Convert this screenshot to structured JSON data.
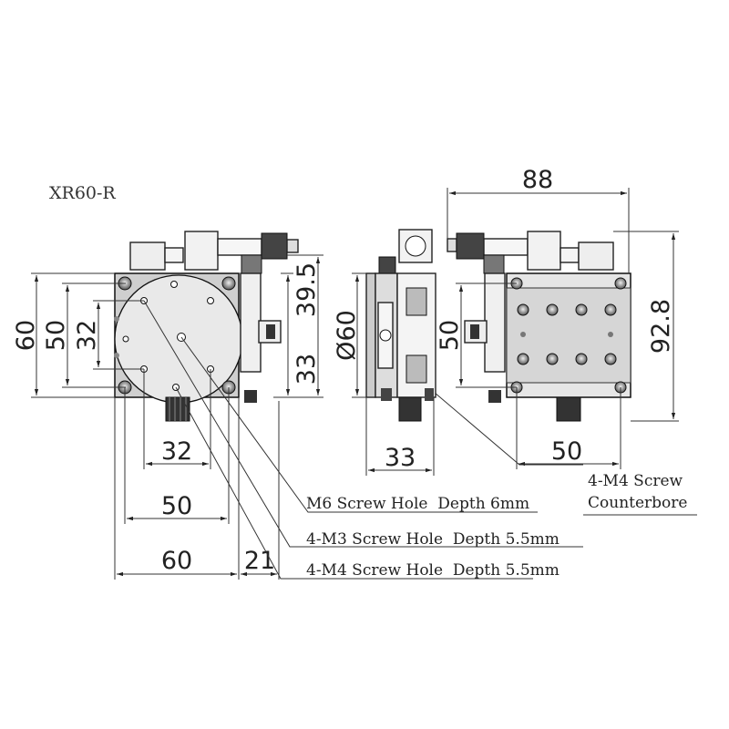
{
  "title": "XR60-R",
  "dimensions": {
    "top_width": "88",
    "height_right": "92.8",
    "front_left_60": "60",
    "front_left_50": "50",
    "front_left_32": "32",
    "front_right_39_5": "39.5",
    "front_right_33": "33",
    "front_bottom_32": "32",
    "front_bottom_50": "50",
    "front_bottom_60": "60",
    "front_bottom_21": "21",
    "side_diameter": "Ø60",
    "side_bottom_33": "33",
    "rear_left_50": "50",
    "rear_bottom_50": "50"
  },
  "callouts": {
    "m6": "M6 Screw Hole  Depth 6mm",
    "m3": "4-M3 Screw Hole  Depth 5.5mm",
    "m4": "4-M4 Screw Hole  Depth 5.5mm",
    "counterbore_line1": "4-M4 Screw",
    "counterbore_line2": "Counterbore"
  }
}
